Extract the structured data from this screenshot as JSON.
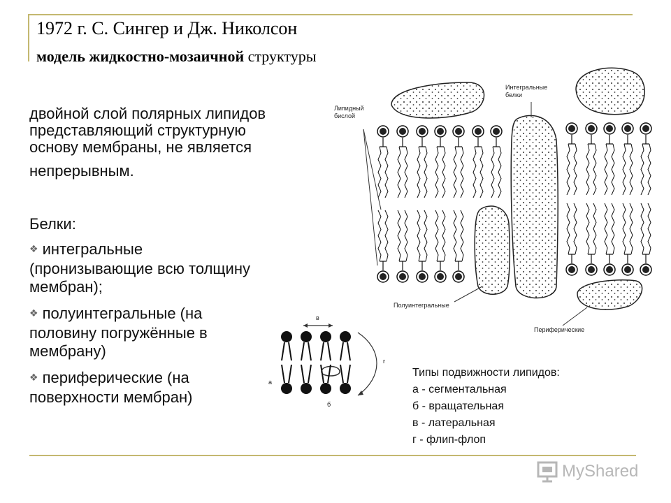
{
  "header": {
    "line1": "1972 г. С. Сингер и Дж. Николсон",
    "line2_bold": "модель жидкостно-мозаичной",
    "line2_rest": " структуры"
  },
  "paragraph": {
    "lines": [
      "двойной слой полярных липидов",
      "представляющий структурную",
      "основу мембраны, не является",
      "непрерывным."
    ]
  },
  "proteins": {
    "heading": "Белки:",
    "items": [
      {
        "lines": [
          "интегральные",
          "(пронизывающие всю толщину",
          "мембран);"
        ]
      },
      {
        "lines": [
          "полуинтегральные (на",
          "половину погружённые в",
          "мембрану)"
        ]
      },
      {
        "lines": [
          "периферические (на",
          "поверхности мембран)"
        ]
      }
    ]
  },
  "membrane_diagram": {
    "label_bilayer": [
      "Липидный",
      "бислой"
    ],
    "label_integral": [
      "Интегральные",
      "белки"
    ],
    "label_semi": "Полуинтегральные",
    "label_peripheral": "Периферические"
  },
  "mobility_diagram": {
    "label_a": "а",
    "label_b": "б",
    "label_v": "в",
    "label_g": "г"
  },
  "mobility_caption": {
    "title": "Типы подвижности липидов:",
    "items": [
      "а - сегментальная",
      "б - вращательная",
      "в - латеральная",
      "г - флип-флоп"
    ]
  },
  "watermark": {
    "text": "MyShared"
  },
  "colors": {
    "rule": "#c4b870",
    "bullet": "#666666"
  }
}
